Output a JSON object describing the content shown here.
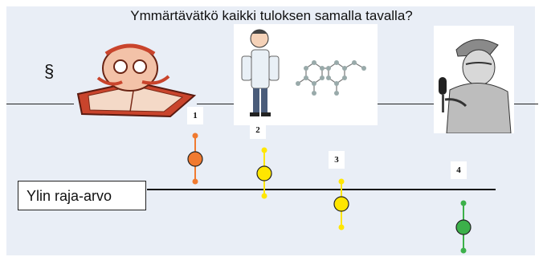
{
  "title": "Ymmärtävätkö kaikki tuloksen samalla tavalla?",
  "section_symbol": "§",
  "threshold_label": "Ylin raja-arvo",
  "colors": {
    "panel": "#e9eef6",
    "orange": "#f07a30",
    "yellow": "#ffe600",
    "green": "#3cb04a"
  },
  "icons": [
    "book-reader-illustration",
    "scientist-illustration",
    "molecule-illustration",
    "reporter-illustration"
  ],
  "results": [
    {
      "number": "1",
      "color": "orange"
    },
    {
      "number": "2",
      "color": "yellow"
    },
    {
      "number": "3",
      "color": "yellow"
    },
    {
      "number": "4",
      "color": "green"
    }
  ]
}
